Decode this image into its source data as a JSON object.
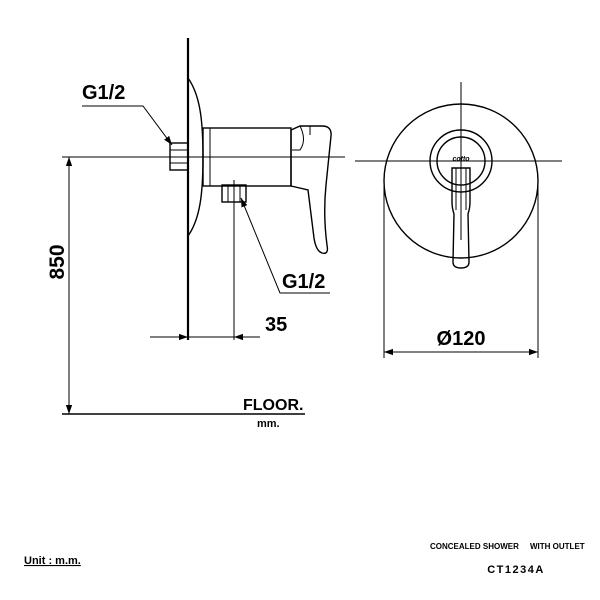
{
  "drawing": {
    "side_view": {
      "inlet_thread": "G1/2",
      "outlet_thread": "G1/2",
      "height_dim": "850",
      "outlet_offset_dim": "35",
      "floor_label": "FLOOR.",
      "floor_unit": "mm."
    },
    "front_view": {
      "diameter_dim": "Ø120",
      "brand_mark": "cotto"
    }
  },
  "footer": {
    "unit_note": "Unit : m.m.",
    "product_description": "CONCEALED SHOWER     WITH OUTLET",
    "model_code": "CT1234A"
  }
}
